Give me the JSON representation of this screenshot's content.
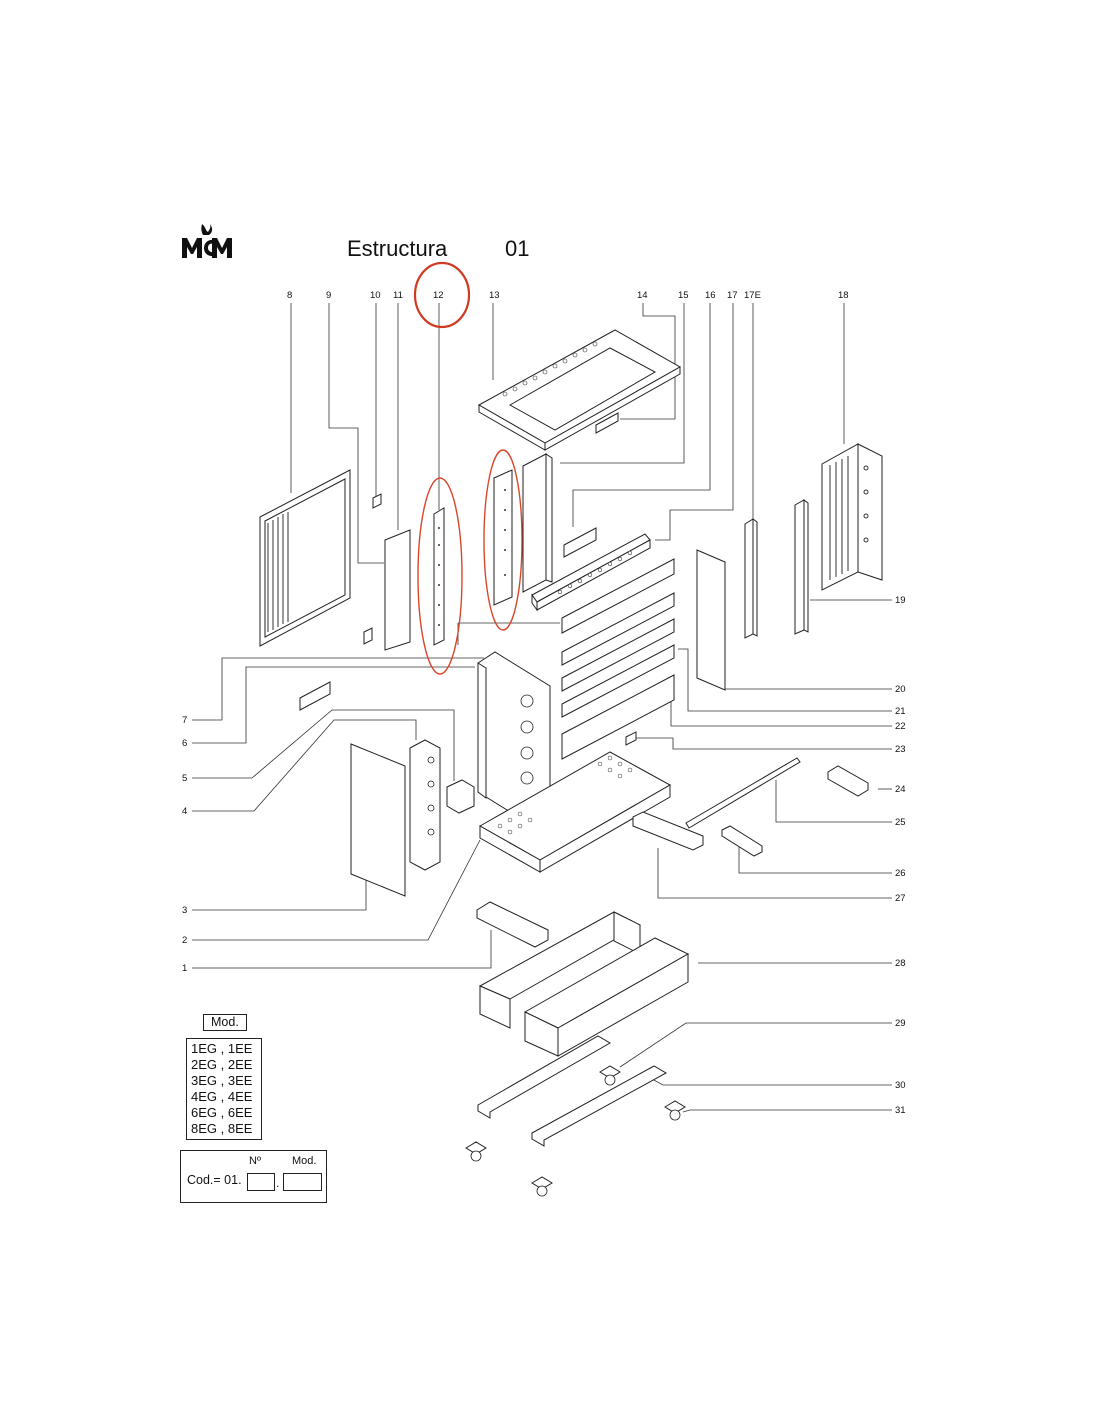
{
  "header": {
    "logo_text": "MCM",
    "title": "Estructura",
    "sheet_number": "01"
  },
  "callouts": [
    "1",
    "2",
    "3",
    "4",
    "5",
    "6",
    "7",
    "8",
    "9",
    "10",
    "11",
    "12",
    "13",
    "14",
    "15",
    "16",
    "17",
    "17E",
    "18",
    "19",
    "20",
    "21",
    "22",
    "23",
    "24",
    "25",
    "26",
    "27",
    "28",
    "29",
    "30",
    "31"
  ],
  "highlighted_part": "12",
  "models": {
    "label": "Mod.",
    "rows": [
      "1EG , 1EE",
      "2EG , 2EE",
      "3EG , 3EE",
      "4EG , 4EE",
      "6EG , 6EE",
      "8EG , 8EE"
    ]
  },
  "code_box": {
    "no_label": "Nº",
    "mod_label": "Mod.",
    "prefix": "Cod.= 01.",
    "separator": "."
  },
  "colors": {
    "line": "#222222",
    "highlight": "#d9472b"
  }
}
